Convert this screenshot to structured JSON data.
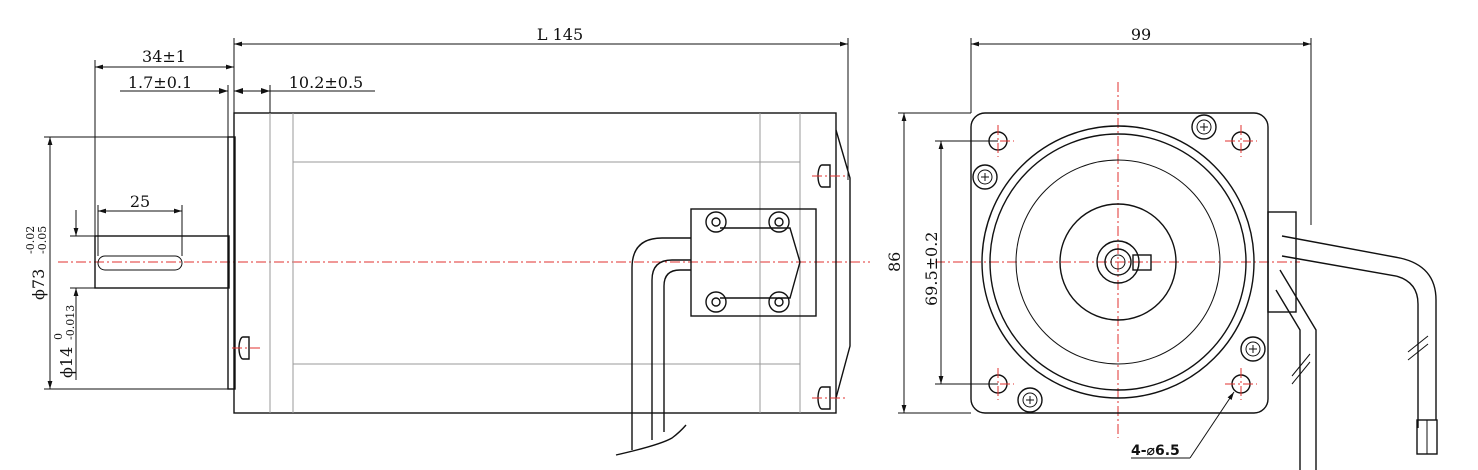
{
  "drawing": {
    "side_view": {
      "length_label": "L 145",
      "flange_to_shaft_label": "34±1",
      "pilot_height_label": "1.7±0.1",
      "flange_thickness_label": "10.2±0.5",
      "key_length_label": "25",
      "pilot_dia_main": "ϕ73",
      "pilot_dia_upper": "-0.02",
      "pilot_dia_lower": "-0.05",
      "shaft_dia_main": "ϕ14",
      "shaft_dia_upper": "0",
      "shaft_dia_lower": "-0.013"
    },
    "front_view": {
      "width_label": "99",
      "height_label": "86",
      "hole_pitch_label": "69.5±0.2",
      "holes_label": "4-⌀6.5"
    }
  }
}
